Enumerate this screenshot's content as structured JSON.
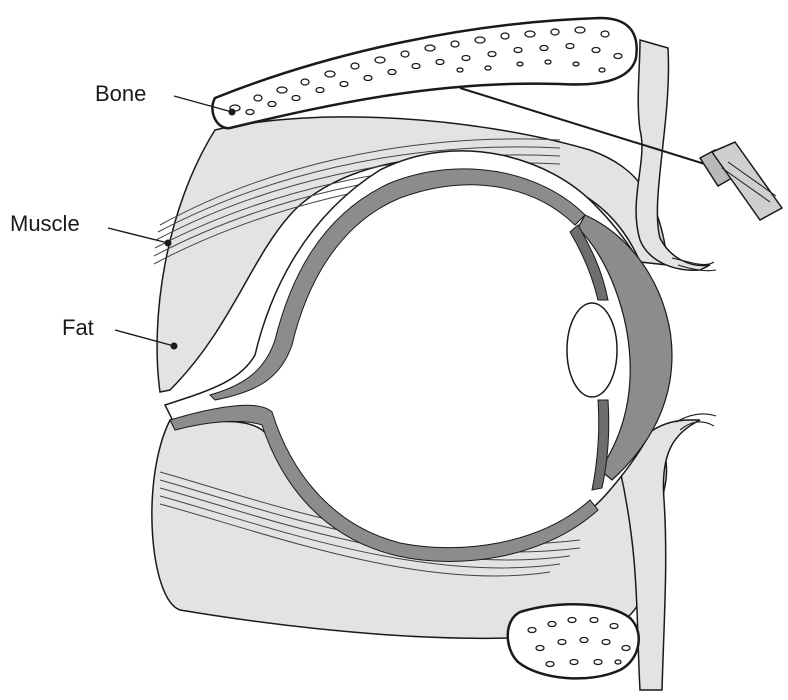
{
  "labels": {
    "bone": "Bone",
    "muscle": "Muscle",
    "fat": "Fat"
  },
  "colors": {
    "tissue": "#e3e3e3",
    "sclera": "#8c8c8c",
    "iris": "#6e6e6e",
    "outline": "#1a1a1a",
    "background": "#ffffff"
  }
}
